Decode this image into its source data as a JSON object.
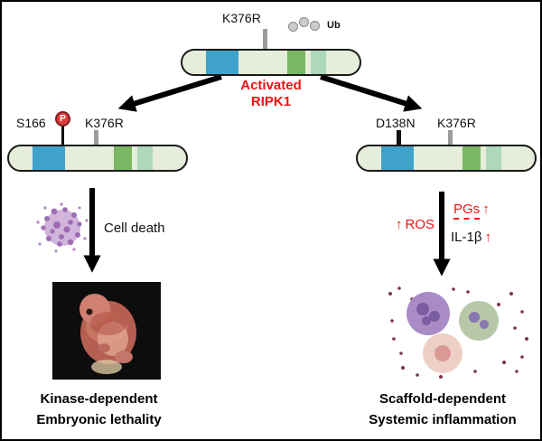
{
  "top": {
    "mutation": "K376R",
    "ub": "Ub",
    "name_line1": "Activated",
    "name_line2": "RIPK1"
  },
  "left": {
    "site": "S166",
    "phospho": "P",
    "mutation": "K376R",
    "process": "Cell death",
    "outcome_line1": "Kinase-dependent",
    "outcome_line2": "Embryonic lethality"
  },
  "right": {
    "mutation1": "D138N",
    "mutation2": "K376R",
    "up_arrow": "↑",
    "ros": "ROS",
    "pgs": "PGs",
    "il1b": "IL-1β",
    "outcome_line1": "Scaffold-dependent",
    "outcome_line2": "Systemic inflammation"
  },
  "colors": {
    "accent_red": "#ee1111",
    "bar_fill": "#e6edda",
    "bar_blue": "#3fa3c9",
    "bar_green": "#79b763",
    "bar_mint": "#aed8bb",
    "tick_gray": "#9b9b9b",
    "phospho_red": "#e23b3b",
    "border_black": "#000000"
  }
}
